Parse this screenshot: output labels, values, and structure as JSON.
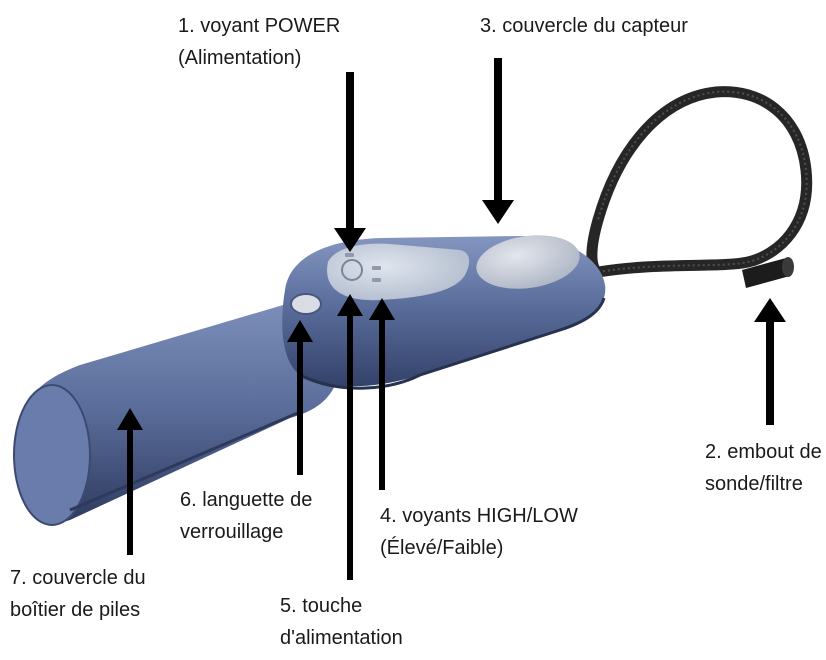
{
  "callouts": [
    {
      "id": "power-led",
      "lines": [
        "1. voyant POWER",
        "(Alimentation)"
      ]
    },
    {
      "id": "probe-tip",
      "lines": [
        "2. embout de",
        "sonde/filtre"
      ]
    },
    {
      "id": "sensor-cover",
      "lines": [
        "3. couvercle du capteur"
      ]
    },
    {
      "id": "high-low-leds",
      "lines": [
        "4. voyants HIGH/LOW",
        "(Élevé/Faible)"
      ]
    },
    {
      "id": "power-key",
      "lines": [
        "5. touche",
        "d'alimentation"
      ]
    },
    {
      "id": "lock-tab",
      "lines": [
        "6. languette de",
        "verrouillage"
      ]
    },
    {
      "id": "battery-cover",
      "lines": [
        "7. couvercle du",
        "boîtier de piles"
      ]
    }
  ],
  "colors": {
    "body": "#5b6e9c",
    "body_dark": "#3b4a73",
    "panel": "#c3ccd9",
    "hose": "#2a2a2a",
    "arrow": "#000000",
    "text": "#1a1a1a"
  }
}
